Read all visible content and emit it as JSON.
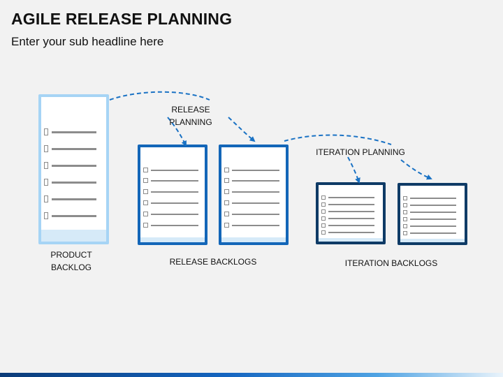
{
  "header": {
    "title": "AGILE RELEASE PLANNING",
    "subtitle": "Enter your sub headline here"
  },
  "diagram": {
    "labels": {
      "release_planning": "RELEASE PLANNING",
      "iteration_planning": "ITERATION PLANNING",
      "product_backlog_line1": "PRODUCT",
      "product_backlog_line2": "BACKLOG",
      "release_backlogs": "RELEASE BACKLOGS",
      "iteration_backlogs": "ITERATION BACKLOGS"
    },
    "colors": {
      "product_border": "#a6d4f5",
      "release_border": "#1366b8",
      "iteration_border": "#0f3b66",
      "band": "#d6eaf8",
      "arrow": "#1a72c4"
    }
  }
}
